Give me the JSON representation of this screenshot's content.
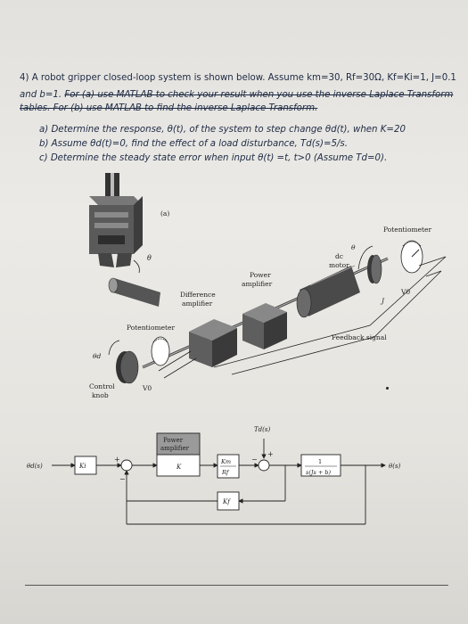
{
  "problem": {
    "line1": "4) A robot gripper closed-loop system is shown below. Assume km=30, Rf=30Ω, Kf=Ki=1, J=0.1",
    "line2_plain": "and b=1. ",
    "line2_struck": "For (a) use MATLAB to check your result when you use the inverse Laplace Transform",
    "line3_struck": "tables. For (b) use MATLAB to find the inverse Laplace Transform.",
    "part_a": "a)  Determine the response, θ(t), of the system to step change θd(t), when K=20",
    "part_b": "b)  Assume θd(t)=0, find the effect of a load disturbance, Td(s)=5/s.",
    "part_c": "c)  Determine   the   steady   state   error   when   input   θ(t)  =t,   t>0   (Assume   Td=0)."
  },
  "figure_top": {
    "panel_label": "(a)",
    "theta_label": "θ",
    "potentiometer_right": "Potentiometer",
    "dc_motor_1": "dc",
    "dc_motor_2": "motor",
    "power_amp_1": "Power",
    "power_amp_2": "amplifier",
    "diff_amp_1": "Difference",
    "diff_amp_2": "amplifier",
    "potentiometer_left": "Potentiometer",
    "feedback_signal": "Feedback signal",
    "theta_d": "θd",
    "control_knob_1": "Control",
    "control_knob_2": "knob",
    "v0_left": "V0",
    "v0_right": "V0",
    "j_label": "J"
  },
  "block_diagram": {
    "input": "θd(s)",
    "ki": "Ki",
    "power_amp_1": "Power",
    "power_amp_2": "amplifier",
    "k": "K",
    "km": "Km",
    "rf": "Rf",
    "disturbance": "Td(s)",
    "plant_num": "1",
    "plant_den": "s(Js + b)",
    "output": "θ(s)",
    "kf": "Kf",
    "plus1": "+",
    "minus1": "−",
    "minus2": "−",
    "plus2": "+"
  }
}
